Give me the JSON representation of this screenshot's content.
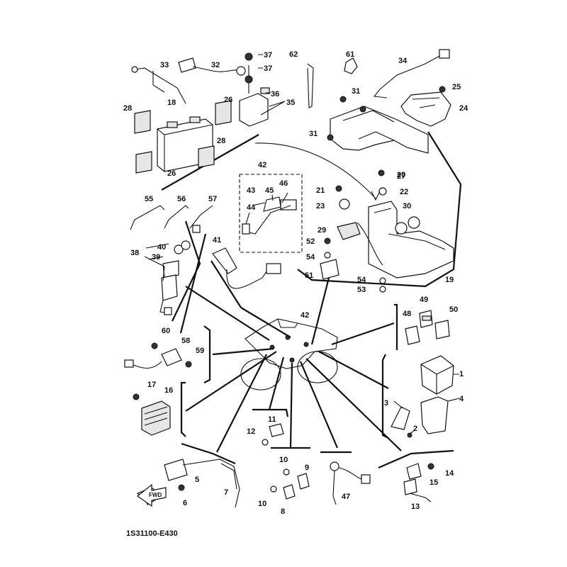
{
  "diagram": {
    "drawing_code": "1S31100-E430",
    "direction_label": "FWD",
    "callouts": {
      "p1": "1",
      "p2": "2",
      "p3": "3",
      "p4": "4",
      "p5": "5",
      "p6": "6",
      "p7": "7",
      "p8": "8",
      "p9": "9",
      "p10a": "10",
      "p10b": "10",
      "p11": "11",
      "p12": "12",
      "p13": "13",
      "p14": "14",
      "p15": "15",
      "p16": "16",
      "p17": "17",
      "p18": "18",
      "p19": "19",
      "p20": "20",
      "p21": "21",
      "p22": "22",
      "p23": "23",
      "p24": "24",
      "p25": "25",
      "p26a": "26",
      "p26b": "26",
      "p27": "27",
      "p28a": "28",
      "p28b": "28",
      "p29": "29",
      "p30": "30",
      "p31a": "31",
      "p31b": "31",
      "p32": "32",
      "p33": "33",
      "p34": "34",
      "p35": "35",
      "p36": "36",
      "p37a": "37",
      "p37b": "37",
      "p38": "38",
      "p39": "39",
      "p40": "40",
      "p41": "41",
      "p42a": "42",
      "p42b": "42",
      "p43": "43",
      "p44": "44",
      "p45": "45",
      "p46": "46",
      "p47": "47",
      "p48": "48",
      "p49": "49",
      "p50": "50",
      "p51": "51",
      "p52": "52",
      "p53": "53",
      "p54a": "54",
      "p54b": "54",
      "p55": "55",
      "p56": "56",
      "p57": "57",
      "p58": "58",
      "p59": "59",
      "p60": "60",
      "p61": "61",
      "p62": "62"
    }
  }
}
